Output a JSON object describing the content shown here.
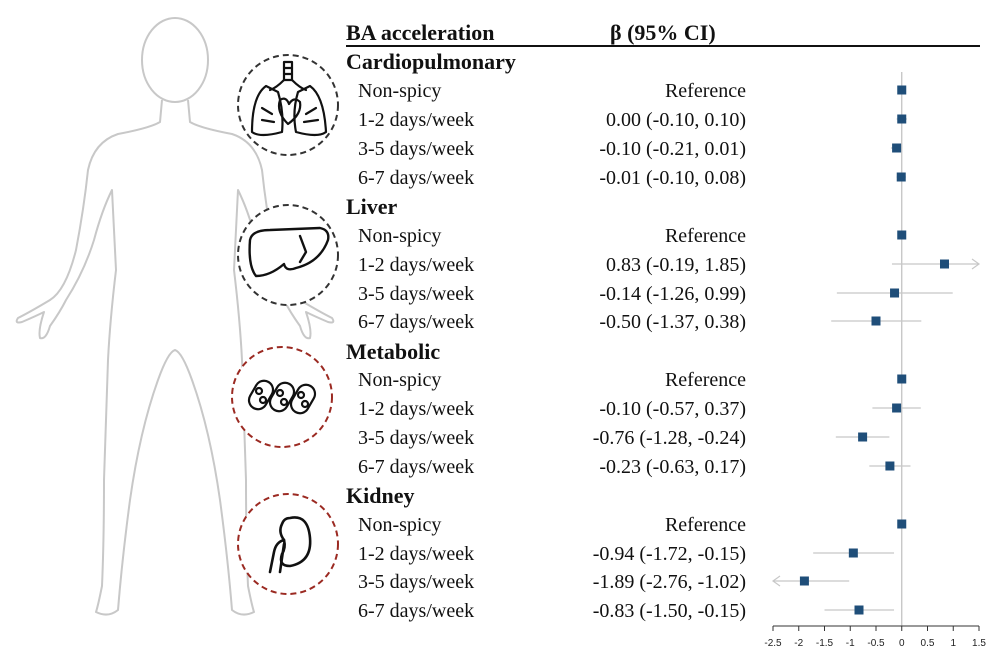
{
  "header": {
    "col1": "BA acceleration",
    "col2": "β (95% CI)"
  },
  "chart_data": {
    "type": "forest",
    "xlim": [
      -2.5,
      1.5
    ],
    "xticks": [
      "-2.5",
      "-2",
      "-1.5",
      "-1",
      "-0.5",
      "0",
      "0.5",
      "1",
      "1.5"
    ],
    "reference_line": 0,
    "marker_color": "#1f4e79",
    "groups": [
      {
        "name": "Cardiopulmonary",
        "icon": "lungs-heart-icon",
        "border_color": "#333333",
        "rows": [
          {
            "label": "Non-spicy",
            "text": "Reference",
            "beta": 0,
            "lo": 0,
            "hi": 0
          },
          {
            "label": "1-2 days/week",
            "text": "0.00 (-0.10, 0.10)",
            "beta": 0.0,
            "lo": -0.1,
            "hi": 0.1
          },
          {
            "label": "3-5 days/week",
            "text": "-0.10 (-0.21, 0.01)",
            "beta": -0.1,
            "lo": -0.21,
            "hi": 0.01
          },
          {
            "label": "6-7 days/week",
            "text": "-0.01 (-0.10, 0.08)",
            "beta": -0.01,
            "lo": -0.1,
            "hi": 0.08
          }
        ]
      },
      {
        "name": "Liver",
        "icon": "liver-icon",
        "border_color": "#333333",
        "rows": [
          {
            "label": "Non-spicy",
            "text": "Reference",
            "beta": 0,
            "lo": 0,
            "hi": 0
          },
          {
            "label": "1-2 days/week",
            "text": "0.83 (-0.19, 1.85)",
            "beta": 0.83,
            "lo": -0.19,
            "hi": 1.85
          },
          {
            "label": "3-5 days/week",
            "text": "-0.14 (-1.26, 0.99)",
            "beta": -0.14,
            "lo": -1.26,
            "hi": 0.99
          },
          {
            "label": "6-7 days/week",
            "text": "-0.50 (-1.37, 0.38)",
            "beta": -0.5,
            "lo": -1.37,
            "hi": 0.38
          }
        ]
      },
      {
        "name": "Metabolic",
        "icon": "fat-cells-icon",
        "border_color": "#9b2a22",
        "rows": [
          {
            "label": "Non-spicy",
            "text": "Reference",
            "beta": 0,
            "lo": 0,
            "hi": 0
          },
          {
            "label": "1-2 days/week",
            "text": "-0.10 (-0.57, 0.37)",
            "beta": -0.1,
            "lo": -0.57,
            "hi": 0.37
          },
          {
            "label": "3-5 days/week",
            "text": "-0.76 (-1.28, -0.24)",
            "beta": -0.76,
            "lo": -1.28,
            "hi": -0.24
          },
          {
            "label": "6-7 days/week",
            "text": "-0.23 (-0.63, 0.17)",
            "beta": -0.23,
            "lo": -0.63,
            "hi": 0.17
          }
        ]
      },
      {
        "name": "Kidney",
        "icon": "kidney-icon",
        "border_color": "#9b2a22",
        "rows": [
          {
            "label": "Non-spicy",
            "text": "Reference",
            "beta": 0,
            "lo": 0,
            "hi": 0
          },
          {
            "label": "1-2 days/week",
            "text": "-0.94 (-1.72, -0.15)",
            "beta": -0.94,
            "lo": -1.72,
            "hi": -0.15
          },
          {
            "label": "3-5 days/week",
            "text": "-1.89 (-2.76, -1.02)",
            "beta": -1.89,
            "lo": -2.76,
            "hi": -1.02
          },
          {
            "label": "6-7 days/week",
            "text": "-0.83 (-1.50, -0.15)",
            "beta": -0.83,
            "lo": -1.5,
            "hi": -0.15
          }
        ]
      }
    ]
  }
}
